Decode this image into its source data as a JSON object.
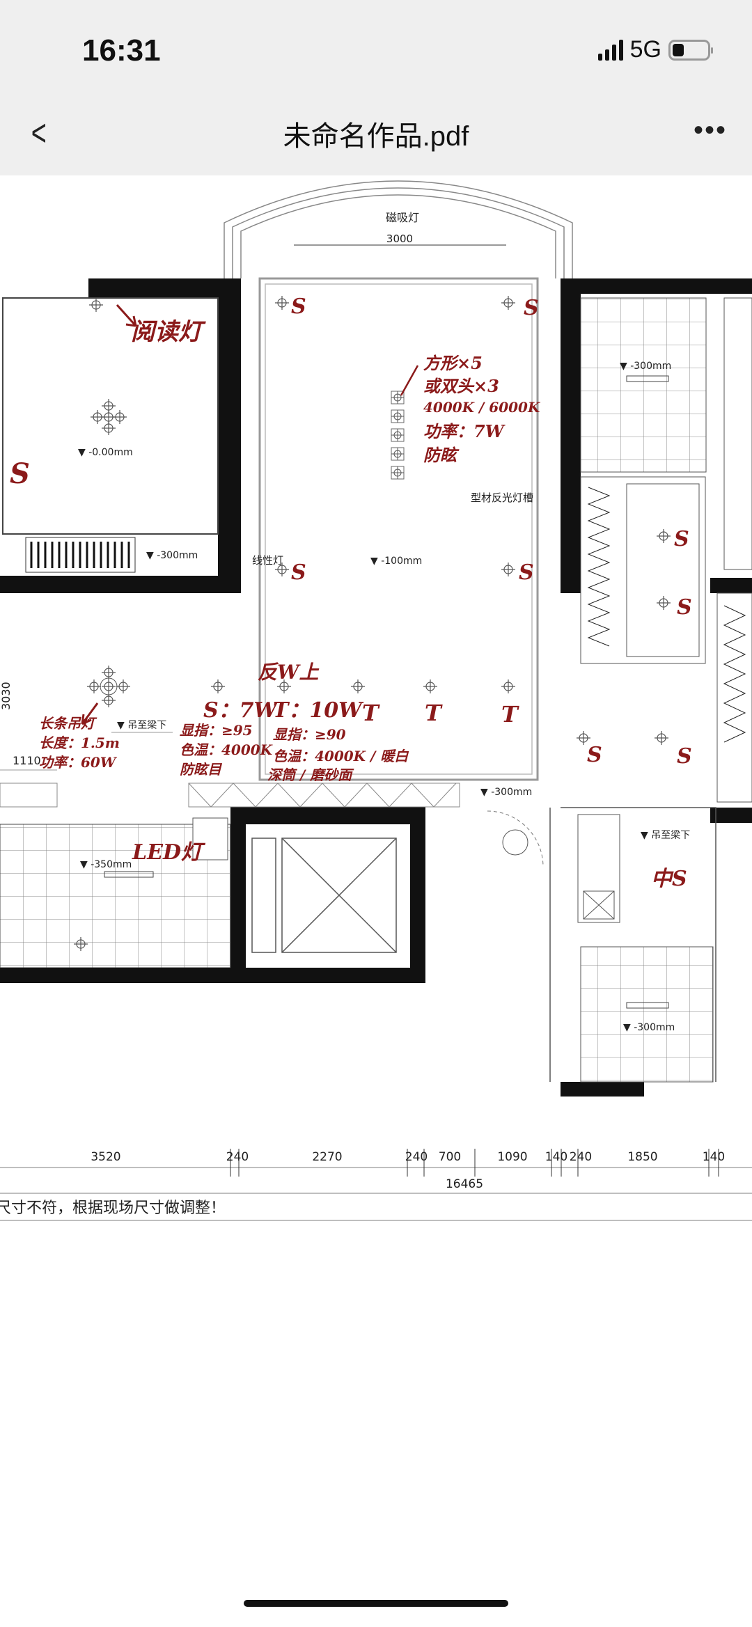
{
  "status_bar": {
    "time": "16:31",
    "network": "5G",
    "signal_bars": 4,
    "battery_fraction": 0.3
  },
  "nav": {
    "back_icon": "chevron-left-icon",
    "title": "未命名作品.pdf",
    "more_icon": "more-dots-icon",
    "more_label": "•••"
  },
  "plan": {
    "labels": {
      "magnetic_light": "磁吸灯",
      "magnetic_width": "3000",
      "linear_light": "线性灯",
      "profile_slot": "型材反光灯槽",
      "level_bedroom": "-0.00mm",
      "level_living": "-100mm",
      "level_300": "-300mm",
      "level_350": "-350mm",
      "hang_beam": "吊至梁下",
      "dim_3030": "3030",
      "dim_1110": "1110"
    },
    "annotations": {
      "reading_light": "阅读灯",
      "s": "S",
      "t": "T",
      "spot_1": "方形×5",
      "spot_2": "或双头×3",
      "spot_3": "4000K / 6000K",
      "spot_4": "功率：7W",
      "spot_5": "防眩",
      "reverse": "反W上",
      "s_tw": "S：7W",
      "t_10w": "T：10W",
      "chandelier_1": "长条吊灯",
      "chandelier_2": "长度：1.5m",
      "chandelier_3": "功率：60W",
      "s_cri": "显指：≥95",
      "s_temp": "色温：4000K",
      "s_glare": "防眩目",
      "t_cri": "显指：≥90",
      "t_temp": "色温：4000K / 暖白",
      "t_type": "深筒 / 磨砂面",
      "led": "LED灯",
      "mid_s": "中S"
    },
    "dimensions": [
      "3520",
      "240",
      "2270",
      "240",
      "700",
      "1090",
      "140",
      "240",
      "1850",
      "140"
    ],
    "total": "16465",
    "note": "尺寸不符，根据现场尺寸做调整！"
  }
}
